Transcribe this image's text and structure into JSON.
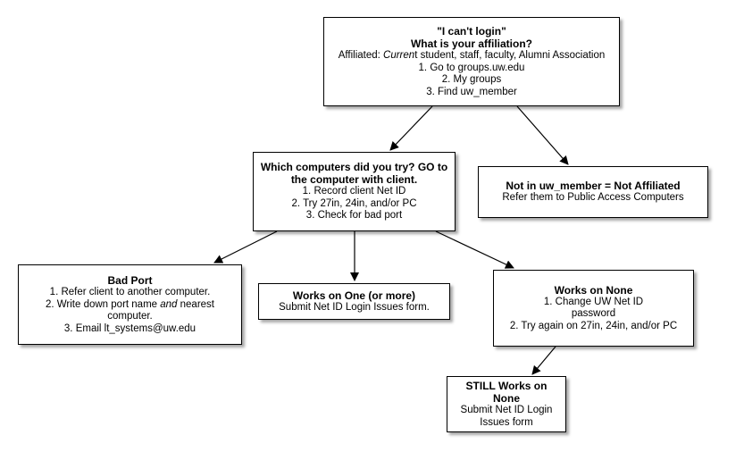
{
  "nodes": {
    "login": {
      "title1": "\"I can't login\"",
      "title2": "What is your affiliation?",
      "affil_prefix": "Affiliated: ",
      "affil_em": "Curren",
      "affil_suffix": "t student, staff, faculty, Alumni Association",
      "step1": "1. Go to groups.uw.edu",
      "step2": "2. My groups",
      "step3": "3. Find uw_member"
    },
    "computers": {
      "title1": "Which computers did you try? GO to",
      "title2": "the computer with client.",
      "step1": "1. Record client Net ID",
      "step2": "2. Try 27in, 24in, and/or PC",
      "step3": "3. Check for bad port"
    },
    "not_affiliated": {
      "title": "Not in uw_member = Not Affiliated",
      "body": "Refer them to Public Access Computers"
    },
    "bad_port": {
      "title": "Bad Port",
      "step1": "1. Refer client to another computer.",
      "step2_prefix": "2. Write down port name ",
      "step2_em": "and",
      "step2_suffix": " nearest",
      "step2_line2": "computer.",
      "step3": "3. Email lt_systems@uw.edu"
    },
    "works_one": {
      "title": "Works on One (or more)",
      "body": "Submit Net ID Login Issues form."
    },
    "works_none": {
      "title": "Works on None",
      "step1": "1. Change UW Net ID",
      "step1b": "password",
      "step2": "2. Try again on 27in, 24in, and/or PC"
    },
    "still_none": {
      "title1": "STILL Works on",
      "title2": "None",
      "body1": "Submit Net ID Login",
      "body2": "Issues form"
    }
  }
}
